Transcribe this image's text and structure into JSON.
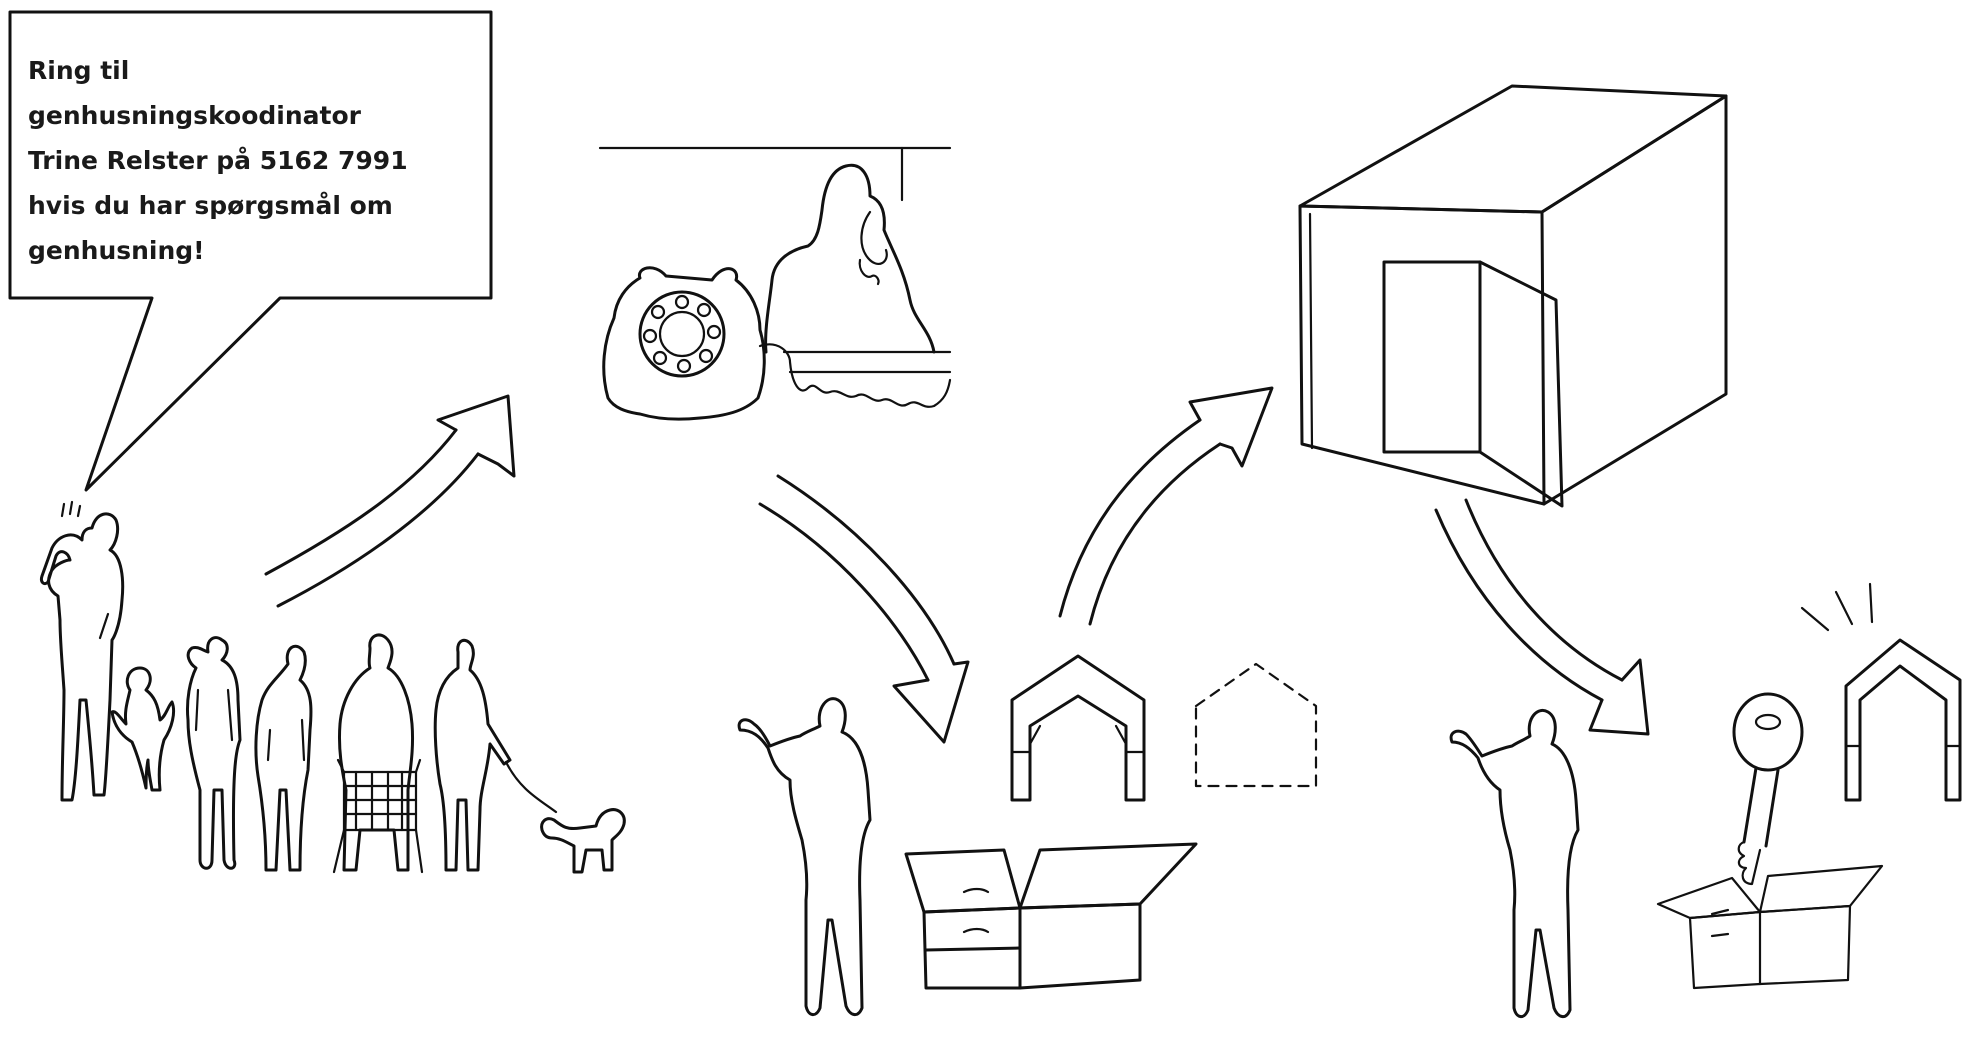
{
  "speech_bubble": {
    "lines": [
      "Ring til",
      "genhusningskoodinator",
      "Trine Relster på 5162 7991",
      "hvis du har spørgsmål om",
      "genhusning!"
    ]
  },
  "icons": [
    "family-group-icon",
    "telephone-call-icon",
    "storage-container-icon",
    "moving-boxes-icon",
    "new-home-keys-icon"
  ]
}
